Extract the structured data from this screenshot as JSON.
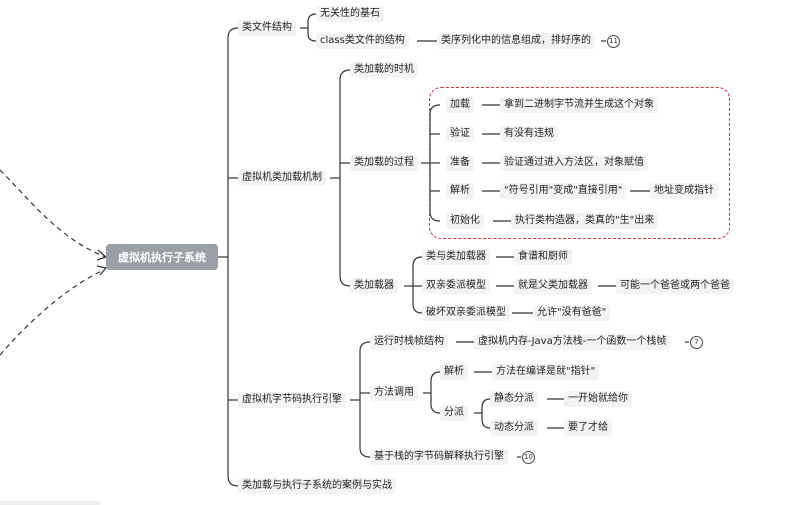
{
  "root": "虚拟机执行子系统",
  "nodes": {
    "class_file": "类文件结构",
    "irrelevance": "无关性的基石",
    "class_struct": "class类文件的结构",
    "class_struct_desc": "类序列化中的信息组成，排好序的",
    "badge_11": "11",
    "loading_mech": "虚拟机类加载机制",
    "load_timing": "类加载的时机",
    "load_process": "类加载的过程",
    "p_load": "加载",
    "p_load_desc": "拿到二进制字节流并生成这个对象",
    "p_verify": "验证",
    "p_verify_desc": "有没有违规",
    "p_prepare": "准备",
    "p_prepare_desc": "验证通过进入方法区，对象赋值",
    "p_resolve": "解析",
    "p_resolve_desc": "\"符号引用\"变成\"直接引用\"",
    "p_resolve_desc2": "地址变成指针",
    "p_init": "初始化",
    "p_init_desc": "执行类构造器，类真的\"生\"出来",
    "class_loader": "类加载器",
    "cl_and_loader": "类与类加载器",
    "cl_and_loader_desc": "食谱和厨师",
    "parent_model": "双亲委派模型",
    "parent_model_desc": "就是父类加载器",
    "parent_model_desc2": "可能一个爸爸或两个爸爸",
    "break_parent": "破坏双亲委派模型",
    "break_parent_desc": "允许\"没有爸爸\"",
    "bytecode_engine": "虚拟机字节码执行引擎",
    "runtime_frame": "运行时栈帧结构",
    "runtime_frame_desc": "虚拟机内存-Java方法栈-一个函数一个栈帧",
    "badge_7": "7",
    "method_call": "方法调用",
    "m_resolve": "解析",
    "m_resolve_desc": "方法在编译是就\"指针\"",
    "dispatch": "分派",
    "static_dispatch": "静态分派",
    "static_dispatch_desc": "一开始就给你",
    "dynamic_dispatch": "动态分派",
    "dynamic_dispatch_desc": "要了才给",
    "stack_interp": "基于栈的字节码解释执行引擎",
    "badge_10": "10",
    "cases": "类加载与执行子系统的案例与实战"
  }
}
